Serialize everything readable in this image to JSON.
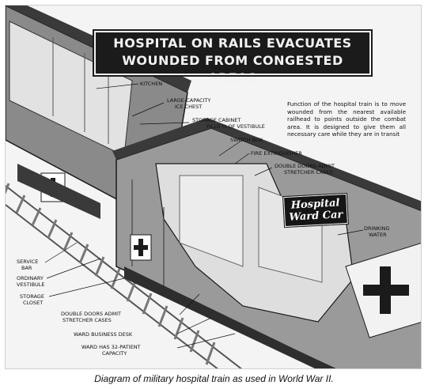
{
  "title": {
    "line1": "HOSPITAL ON RAILS EVACUATES",
    "line2": "WOUNDED FROM CONGESTED AREAS"
  },
  "description": "Function of the hospital train is to move wounded from the nearest available railhead to points outside the combat area. It is designed to give them all necessary care while they are in transit",
  "sign": {
    "line1": "Hospital",
    "line2": "Ward Car"
  },
  "labels": {
    "kitchen": "KITCHEN",
    "ice_chest_1": "LARGE-CAPACITY",
    "ice_chest_2": "ICE CHEST",
    "storage_cabinet_1": "STORAGE CABINET",
    "storage_cabinet_2": "FILLS ⅔ OF VESTIBULE",
    "switch_box": "SWITCH BOX",
    "fire_extinguisher": "FIRE EXTINGUISHER",
    "double_doors_1": "DOUBLE DOORS ADMIT",
    "double_doors_2": "STRETCHER CASES",
    "drinking_water_1": "DRINKING",
    "drinking_water_2": "WATER",
    "service_bar_1": "SERVICE",
    "service_bar_2": "BAR",
    "ordinary_vestibule_1": "ORDINARY",
    "ordinary_vestibule_2": "VESTIBULE",
    "storage_closet_1": "STORAGE",
    "storage_closet_2": "CLOSET",
    "double_doors_lower_1": "DOUBLE DOORS ADMIT",
    "double_doors_lower_2": "STRETCHER CASES",
    "business_desk": "WARD BUSINESS DESK",
    "capacity_1": "WARD HAS 32-PATIENT",
    "capacity_2": "CAPACITY"
  },
  "caption": "Diagram of military hospital train as used in World War II.",
  "colors": {
    "ink": "#1b1b1b",
    "body_dark": "#3a3a3a",
    "body_mid": "#6e6e6e",
    "body_light": "#a9a9a9",
    "interior": "#dcdcdc"
  }
}
